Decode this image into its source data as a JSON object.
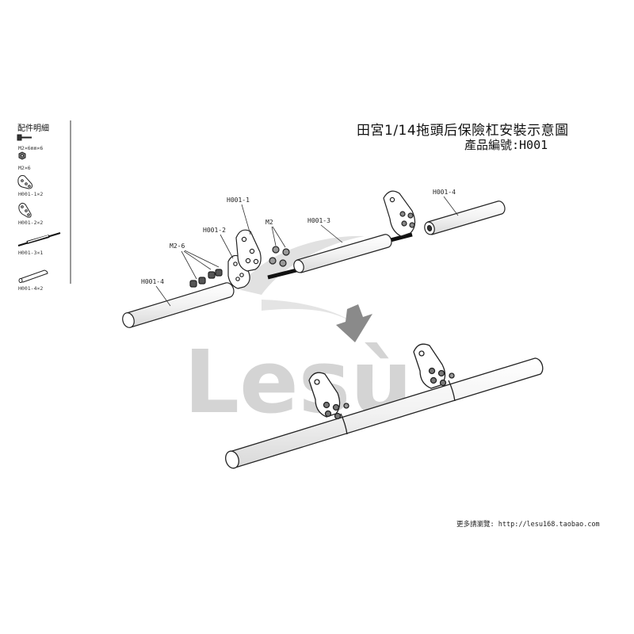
{
  "header": {
    "title": "田宮1/14拖頭后保險杠安裝示意圖",
    "product_code": "產品編號:H001"
  },
  "parts_list": {
    "heading": "配件明細",
    "items": [
      {
        "label": "M2×6mm×6"
      },
      {
        "label": "M2×6"
      },
      {
        "label": "H001-1×2"
      },
      {
        "label": "H001-2×2"
      },
      {
        "label": "H001-3×1"
      },
      {
        "label": "H001-4×2"
      }
    ]
  },
  "callouts": {
    "h001_1": "H001-1",
    "h001_2": "H001-2",
    "m2_6": "M2-6",
    "m2": "M2",
    "h001_3": "H001-3",
    "h001_4_right": "H001-4",
    "h001_4_left": "H001-4"
  },
  "watermark": {
    "text": "Lesù",
    "color": "#d0d0d0"
  },
  "arrow": {
    "color": "#8a8a8a"
  },
  "footer": {
    "text": "更多請瀏覽: http://lesu168.taobao.com"
  }
}
